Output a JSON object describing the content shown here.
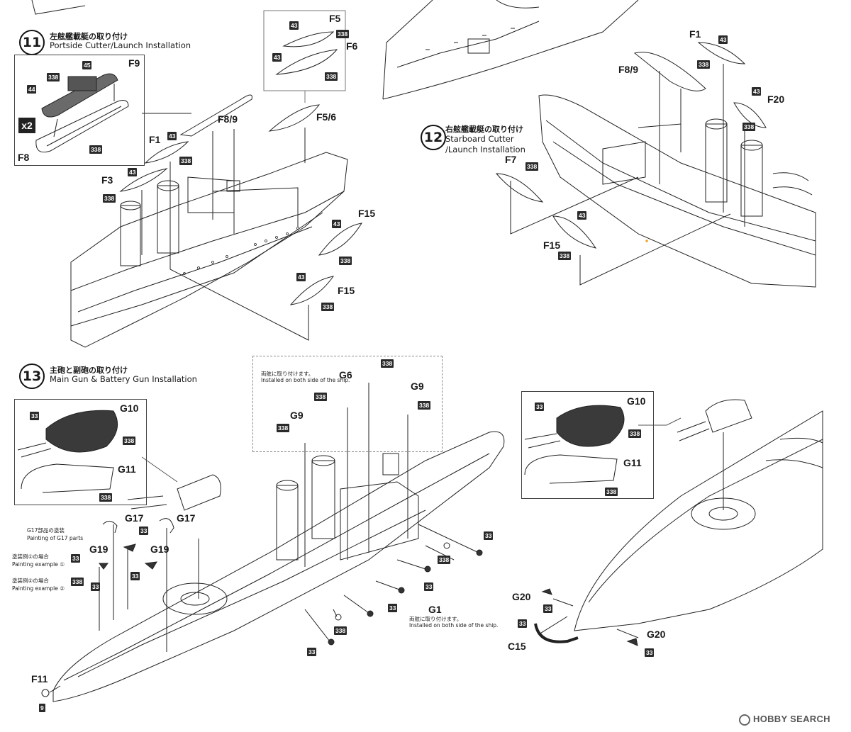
{
  "steps": [
    {
      "number": "11",
      "title_jp": "左舷艦載艇の取り付け",
      "title_en": "Portside Cutter/Launch Installation"
    },
    {
      "number": "12",
      "title_jp": "右舷艦載艇の取り付け",
      "title_en_line1": "Starboard Cutter",
      "title_en_line2": "/Launch Installation"
    },
    {
      "number": "13",
      "title_jp": "主砲と副砲の取り付け",
      "title_en": "Main Gun & Battery Gun Installation"
    }
  ],
  "part_labels": {
    "f9": "F9",
    "f8": "F8",
    "f8_9_a": "F8/9",
    "f8_9_b": "F8/9",
    "f1_a": "F1",
    "f1_b": "F1",
    "f3": "F3",
    "f5": "F5",
    "f6": "F6",
    "f5_6": "F5/6",
    "f15_a": "F15",
    "f15_b": "F15",
    "f15_c": "F15",
    "f20": "F20",
    "f7": "F7",
    "g6": "G6",
    "g9_a": "G9",
    "g9_b": "G9",
    "g10_a": "G10",
    "g10_b": "G10",
    "g11_a": "G11",
    "g11_b": "G11",
    "g17_a": "G17",
    "g17_b": "G17",
    "g19_a": "G19",
    "g19_b": "G19",
    "g1": "G1",
    "g20_a": "G20",
    "g20_b": "G20",
    "c15": "C15",
    "f11": "F11"
  },
  "multiplier": "x2",
  "paint_codes": {
    "c45": "45",
    "c44": "44",
    "c338": "338",
    "c43": "43",
    "c33": "33",
    "c9": "9"
  },
  "notes": {
    "both_sides_jp": "両舷に取り付けます。",
    "both_sides_en": "Installed on both side of the ship.",
    "g17_paint_jp": "G17部品の塗装",
    "g17_paint_en": "Painting of G17 parts",
    "example1_jp": "塗装例①の場合",
    "example1_en": "Painting example ①",
    "example2_jp": "塗装例②の場合",
    "example2_en": "Painting example ②",
    "g1_jp": "両舷に取り付けます。",
    "g1_en": "Installed on both side of the ship."
  },
  "watermark": {
    "brand": "HOBBY SEARCH",
    "icon": "hobby-search-logo-icon"
  },
  "colors": {
    "ink": "#1a1a1a",
    "label_bg": "#2a2a2a",
    "hull_shade": "#444444",
    "accent_dot": "#f0a020"
  }
}
